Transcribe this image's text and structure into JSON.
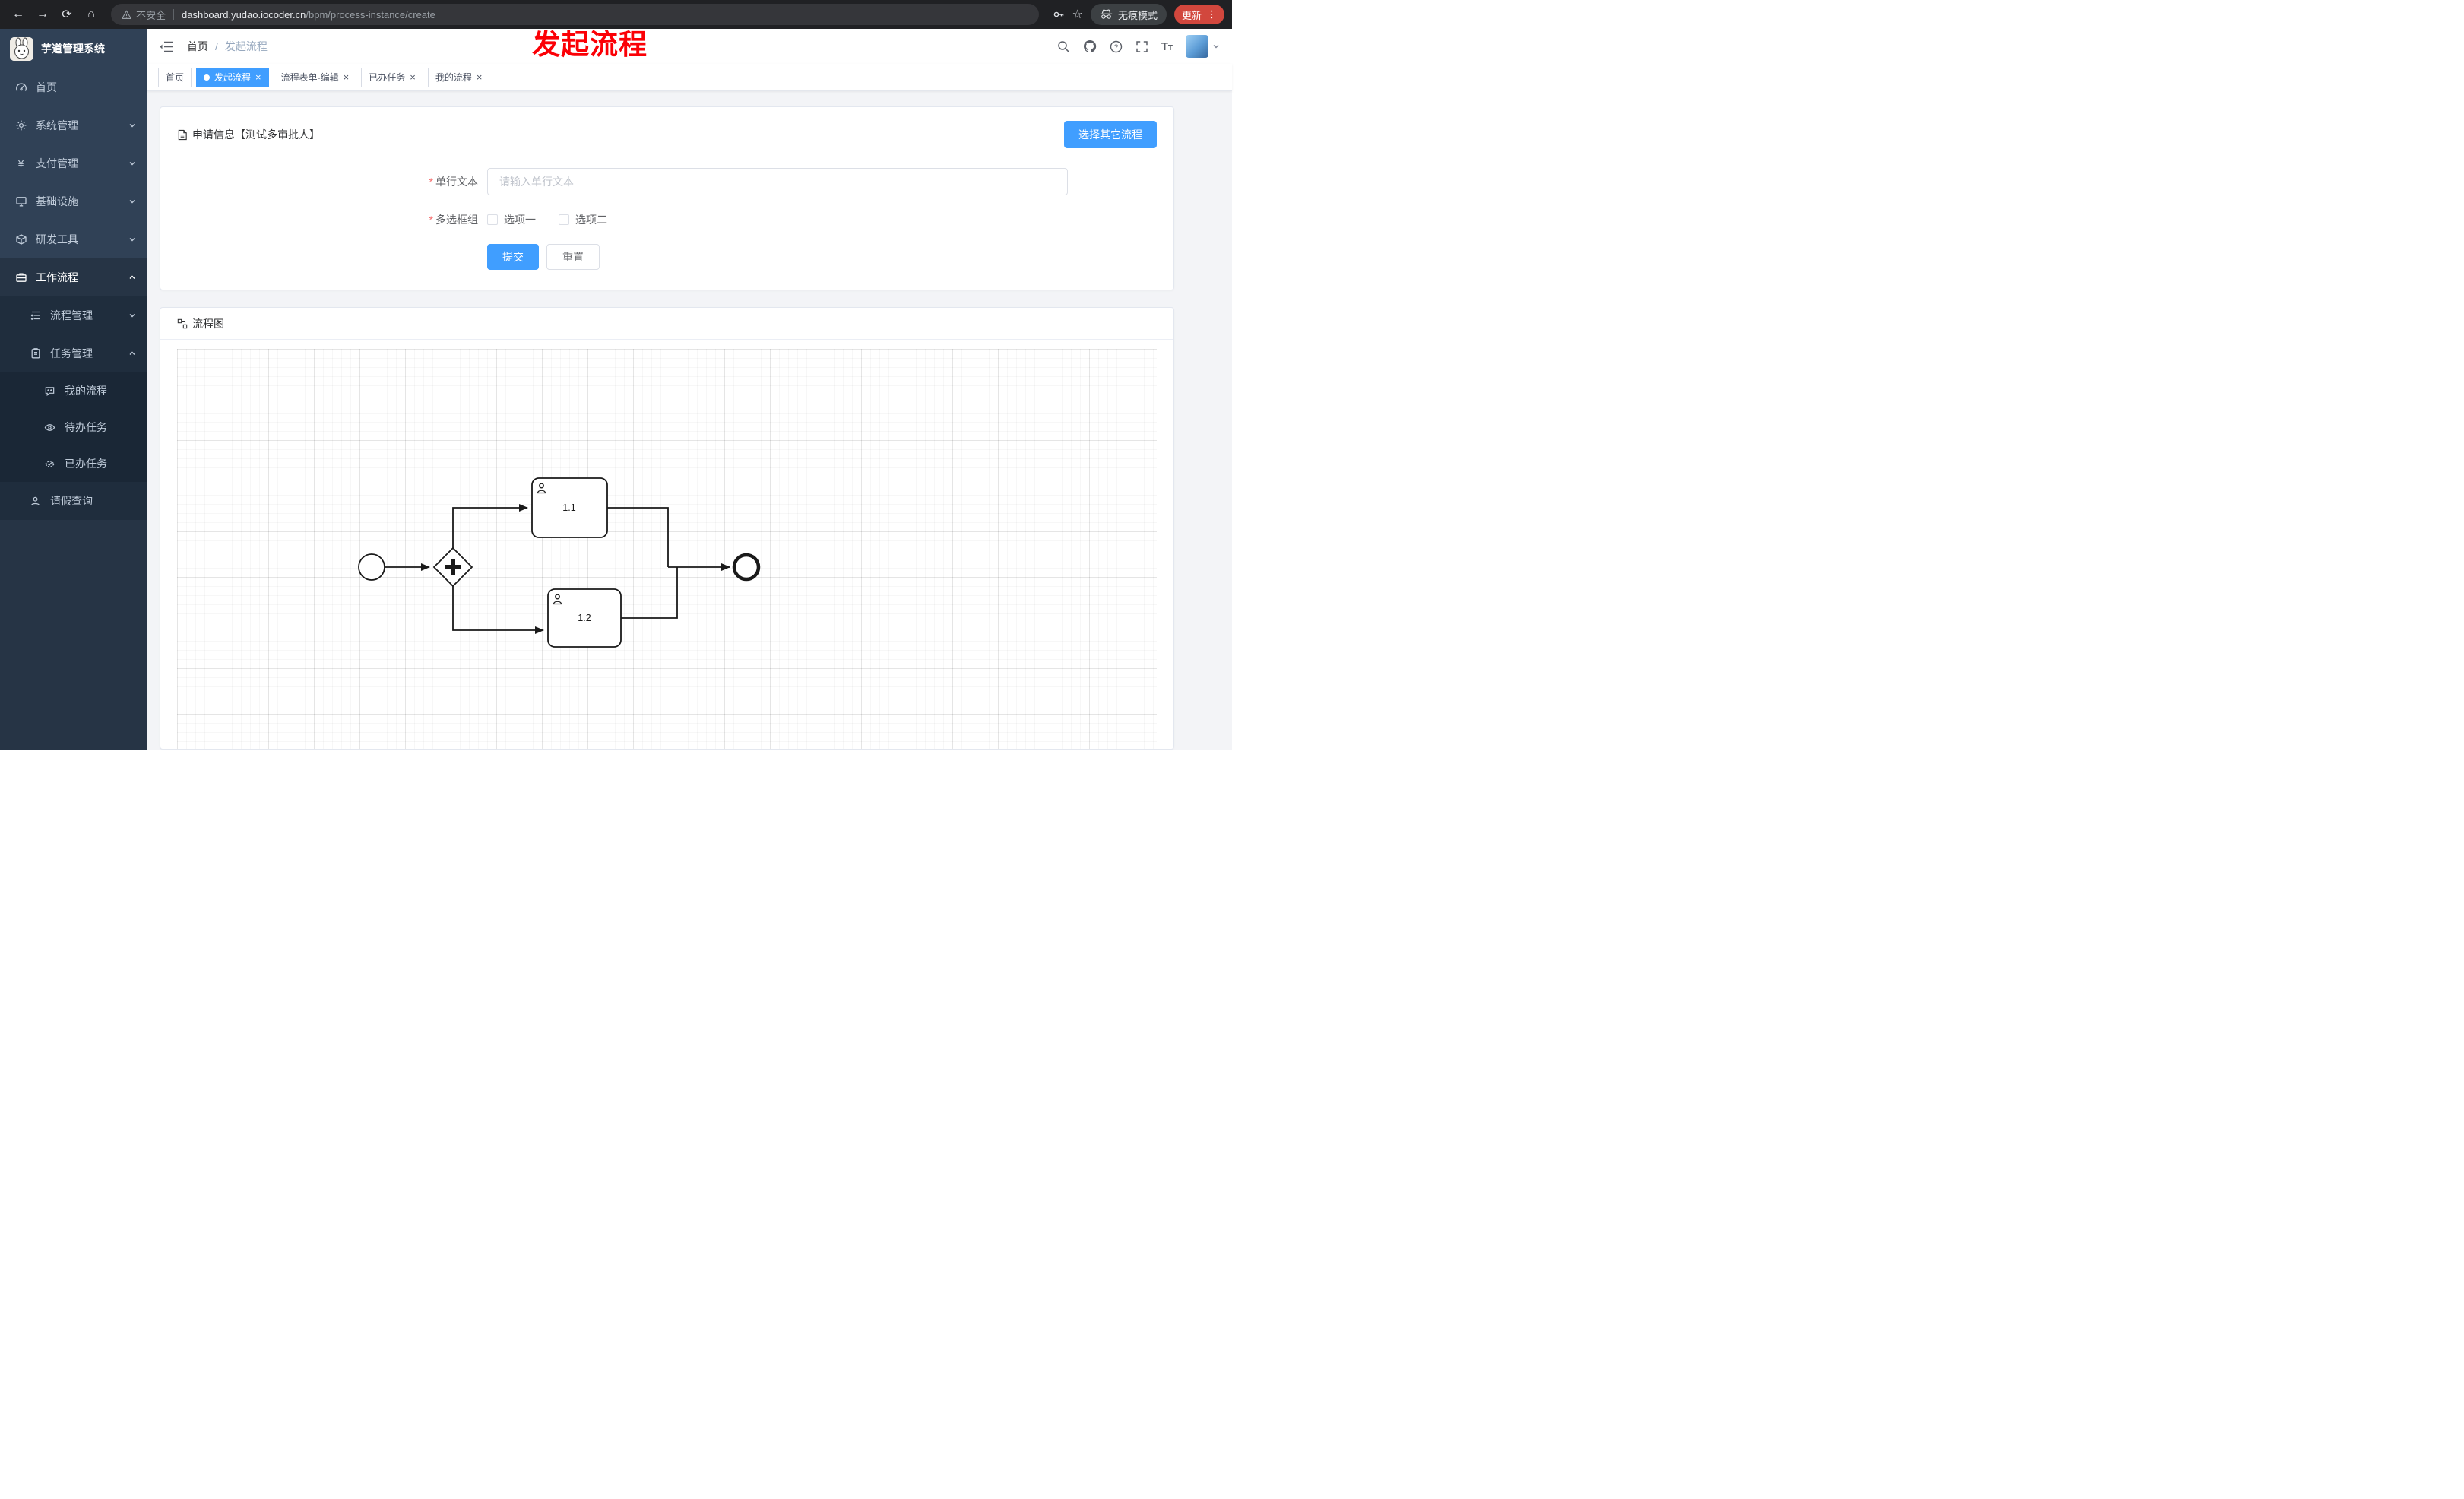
{
  "browser": {
    "security_label": "不安全",
    "url_host": "dashboard.yudao.iocoder.cn",
    "url_path": "/bpm/process-instance/create",
    "incognito_label": "无痕模式",
    "update_label": "更新"
  },
  "annotation": {
    "text": "发起流程"
  },
  "icons": {
    "back": "←",
    "forward": "→",
    "reload": "⟳",
    "home": "⌂",
    "star": "☆",
    "kebab": "⋮",
    "close": "×",
    "question": "?",
    "yen": "¥",
    "asterisk": "*"
  },
  "sidebar": {
    "title": "芋道管理系统",
    "items": [
      {
        "label": "首页",
        "icon": "dashboard-icon",
        "level": 0
      },
      {
        "label": "系统管理",
        "icon": "gear-icon",
        "level": 0,
        "expanded": false
      },
      {
        "label": "支付管理",
        "icon": "yen-icon",
        "level": 0,
        "expanded": false
      },
      {
        "label": "基础设施",
        "icon": "monitor-icon",
        "level": 0,
        "expanded": false
      },
      {
        "label": "研发工具",
        "icon": "cube-icon",
        "level": 0,
        "expanded": false
      },
      {
        "label": "工作流程",
        "icon": "briefcase-icon",
        "level": 0,
        "expanded": true,
        "active": true
      },
      {
        "label": "流程管理",
        "icon": "list-tree-icon",
        "level": 1,
        "expanded": false
      },
      {
        "label": "任务管理",
        "icon": "clipboard-icon",
        "level": 1,
        "expanded": true
      },
      {
        "label": "我的流程",
        "icon": "chat-icon",
        "level": 2
      },
      {
        "label": "待办任务",
        "icon": "eye-icon",
        "level": 2
      },
      {
        "label": "已办任务",
        "icon": "check-circle-icon",
        "level": 2
      },
      {
        "label": "请假查询",
        "icon": "user-icon",
        "level": 1
      }
    ]
  },
  "header": {
    "breadcrumb": [
      "首页",
      "发起流程"
    ],
    "breadcrumb_separator": "/",
    "font_size_icon_label": "T"
  },
  "tabs": [
    {
      "label": "首页",
      "active": false,
      "closable": false
    },
    {
      "label": "发起流程",
      "active": true,
      "closable": true
    },
    {
      "label": "流程表单-编辑",
      "active": false,
      "closable": true
    },
    {
      "label": "已办任务",
      "active": false,
      "closable": true
    },
    {
      "label": "我的流程",
      "active": false,
      "closable": true
    }
  ],
  "form": {
    "title": "申请信息【测试多审批人】",
    "other_process_button": "选择其它流程",
    "text_field": {
      "label": "单行文本",
      "placeholder": "请输入单行文本",
      "value": ""
    },
    "checkbox_group": {
      "label": "多选框组",
      "option1": "选项一",
      "option2": "选项二",
      "option1_checked": false,
      "option2_checked": false
    },
    "submit_label": "提交",
    "reset_label": "重置"
  },
  "flow": {
    "title": "流程图",
    "diagram": {
      "type": "bpmn",
      "task1_label": "1.1",
      "task2_label": "1.2",
      "nodes": [
        "start-event",
        "parallel-gateway",
        "user-task-1.1",
        "user-task-1.2",
        "end-event"
      ]
    }
  },
  "colors": {
    "accent_blue": "#409eff",
    "sidebar_bg": "#304156",
    "annotation_red": "#fb0006",
    "update_red": "#d2473d"
  }
}
